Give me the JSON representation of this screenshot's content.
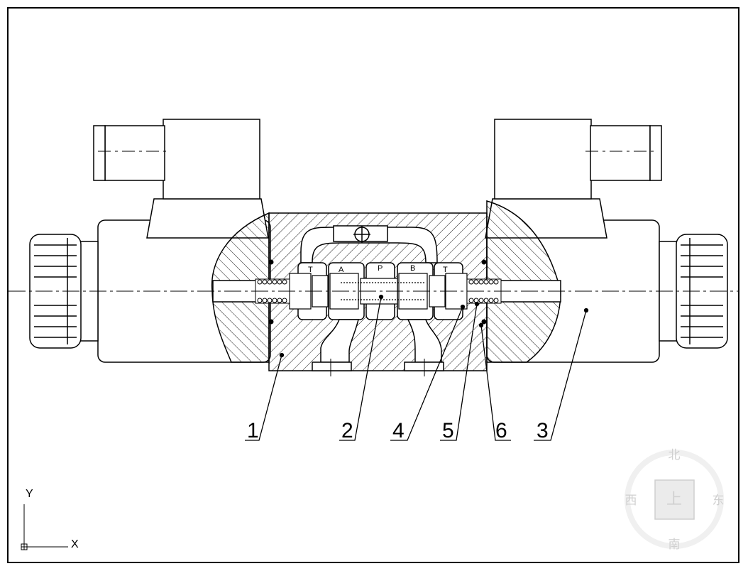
{
  "drawing": {
    "port_labels": {
      "t_left": "T",
      "a": "A",
      "p": "P",
      "b": "B",
      "t_right": "T"
    },
    "part_numbers": [
      "1",
      "2",
      "4",
      "5",
      "6",
      "3"
    ]
  },
  "ucs": {
    "y_label": "Y",
    "x_label": "X"
  },
  "viewcube": {
    "north": "北",
    "south": "南",
    "west": "西",
    "east": "东",
    "face": "上"
  },
  "colors": {
    "line": "#000000",
    "background": "#ffffff",
    "viewcube": "#d8d8d8"
  }
}
